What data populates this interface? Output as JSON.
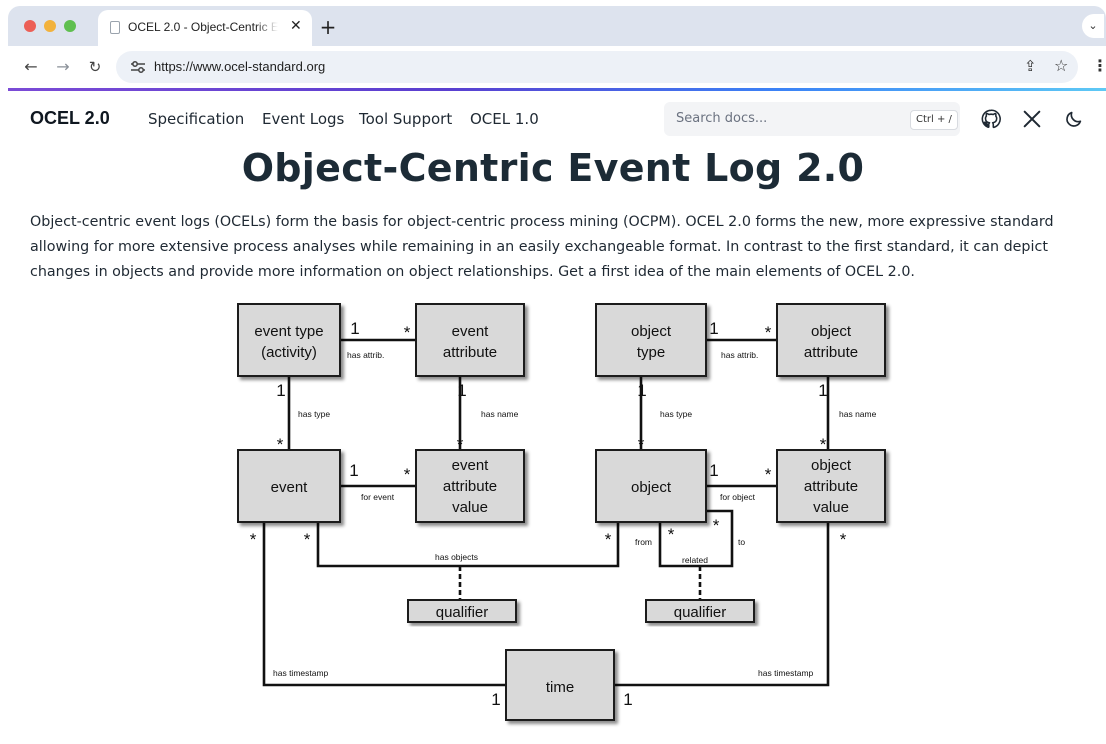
{
  "browser": {
    "tab_title": "OCEL 2.0 - Object-Centric Event Log 2.0",
    "url": "https://www.ocel-standard.org",
    "icons": {
      "tab_close": "close-icon",
      "new_tab": "plus-icon",
      "back": "arrow-left-icon",
      "forward": "arrow-right-icon",
      "reload": "reload-icon",
      "share": "share-icon",
      "bookmark": "star-icon",
      "menu": "kebab-icon",
      "tab_list": "chevron-down-icon"
    },
    "accent_gradient": [
      "#7b4bd6",
      "#3b82f6",
      "#5ec9f5"
    ]
  },
  "header": {
    "logo": "OCEL 2.0",
    "nav": [
      "Specification",
      "Event Logs",
      "Tool Support",
      "OCEL 1.0"
    ],
    "search": {
      "placeholder": "Search docs...",
      "shortcut": "Ctrl + /"
    },
    "icons": [
      "github-icon",
      "x-logo-icon",
      "moon-icon"
    ]
  },
  "main": {
    "title": "Object-Centric Event Log 2.0",
    "intro": "Object-centric event logs (OCELs) form the basis for object-centric process mining (OCPM). OCEL 2.0 forms the new, more expressive standard allowing for more extensive process analyses while remaining in an easily exchangeable format. In contrast to the first standard, it can depict changes in objects and provide more information on object relationships. Get a first idea of the main elements of OCEL 2.0."
  },
  "diagram": {
    "entities": {
      "event_type": [
        "event type",
        "(activity)"
      ],
      "event_attribute": [
        "event",
        "attribute"
      ],
      "object_type": [
        "object",
        "type"
      ],
      "object_attribute": [
        "object",
        "attribute"
      ],
      "event": [
        "event"
      ],
      "event_attribute_value": [
        "event",
        "attribute",
        "value"
      ],
      "object": [
        "object"
      ],
      "object_attribute_value": [
        "object",
        "attribute",
        "value"
      ],
      "qualifier_left": [
        "qualifier"
      ],
      "qualifier_right": [
        "qualifier"
      ],
      "time": [
        "time"
      ]
    },
    "relations": {
      "has_attrib_left": "has attrib.",
      "has_attrib_right": "has attrib.",
      "has_type_left": "has type",
      "has_type_right": "has type",
      "has_name_left": "has name",
      "has_name_right": "has name",
      "for_event": "for event",
      "for_object": "for object",
      "has_objects": "has objects",
      "from": "from",
      "to": "to",
      "related": "related",
      "has_timestamp_left": "has timestamp",
      "has_timestamp_right": "has timestamp"
    },
    "multiplicity": {
      "one": "1",
      "many": "*"
    }
  }
}
